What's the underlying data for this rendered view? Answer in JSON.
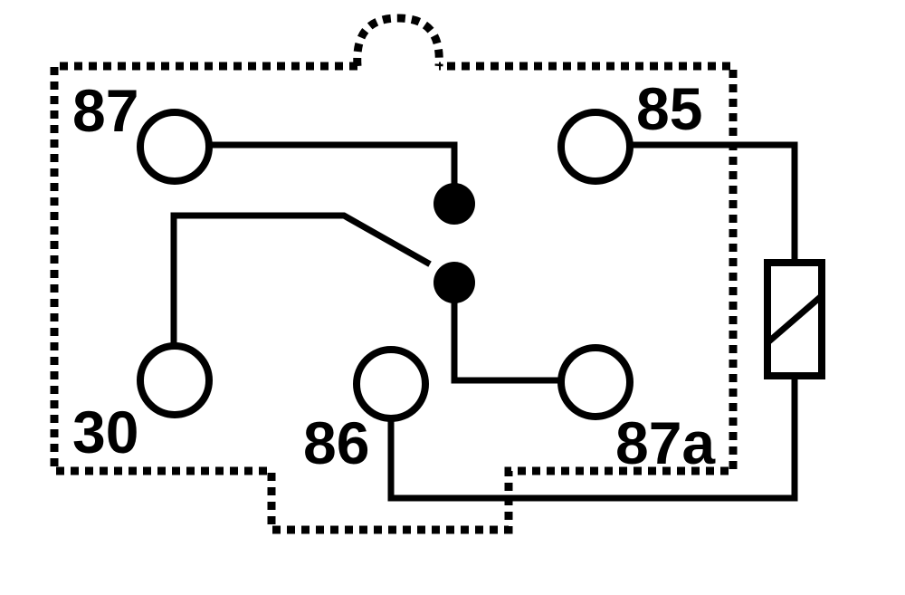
{
  "diagram": {
    "terminals": {
      "t87": "87",
      "t85": "85",
      "t30": "30",
      "t86": "86",
      "t87a": "87a"
    }
  }
}
